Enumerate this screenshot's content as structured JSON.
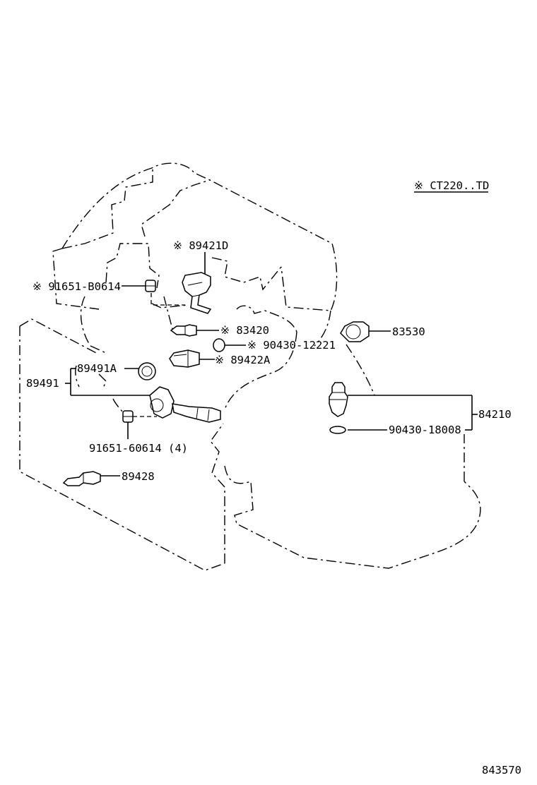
{
  "diagram": {
    "note": "※ CT220..TD",
    "figure_number": "843570",
    "callouts": {
      "p89421d": "※ 89421D",
      "p91651b": "※ 91651-B0614",
      "p83420": "※ 83420",
      "p90430_12221": "※ 90430-12221",
      "p89422a": "※ 89422A",
      "p83530": "83530",
      "p89491a": "89491A",
      "p89491": "89491",
      "p84210": "84210",
      "p90430_18008": "90430-18008",
      "p91651_60614": "91651-60614 (4)",
      "p89428": "89428"
    }
  }
}
